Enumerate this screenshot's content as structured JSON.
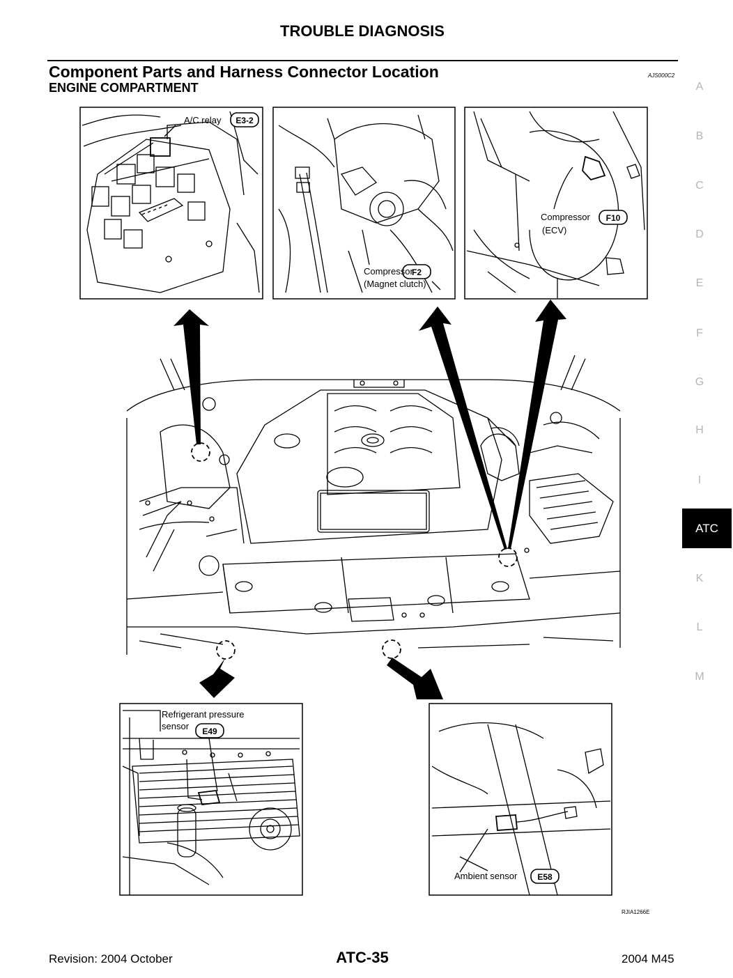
{
  "header": {
    "title": "TROUBLE DIAGNOSIS",
    "section_title": "Component Parts and Harness Connector Location",
    "ref_code": "AJS000C2",
    "subsection_title": "ENGINE COMPARTMENT"
  },
  "side_index": {
    "letters": [
      "A",
      "B",
      "C",
      "D",
      "E",
      "F",
      "G",
      "H",
      "I",
      "K",
      "L",
      "M"
    ],
    "active_tab": "ATC"
  },
  "figure": {
    "callouts": {
      "ac_relay": {
        "label": "A/C relay",
        "connector": "E3-2"
      },
      "compressor_magnet": {
        "label": "Compressor",
        "sublabel": "(Magnet clutch)",
        "connector": "F2"
      },
      "compressor_ecv": {
        "label": "Compressor",
        "sublabel": "(ECV)",
        "connector": "F10"
      },
      "refrigerant_sensor": {
        "label": "Refrigerant pressure",
        "sublabel": "sensor",
        "connector": "E49"
      },
      "ambient_sensor": {
        "label": "Ambient sensor",
        "connector": "E58"
      }
    },
    "figure_code": "RJIA1266E"
  },
  "footer": {
    "revision": "Revision: 2004 October",
    "page_number": "ATC-35",
    "model": "2004 M45"
  }
}
